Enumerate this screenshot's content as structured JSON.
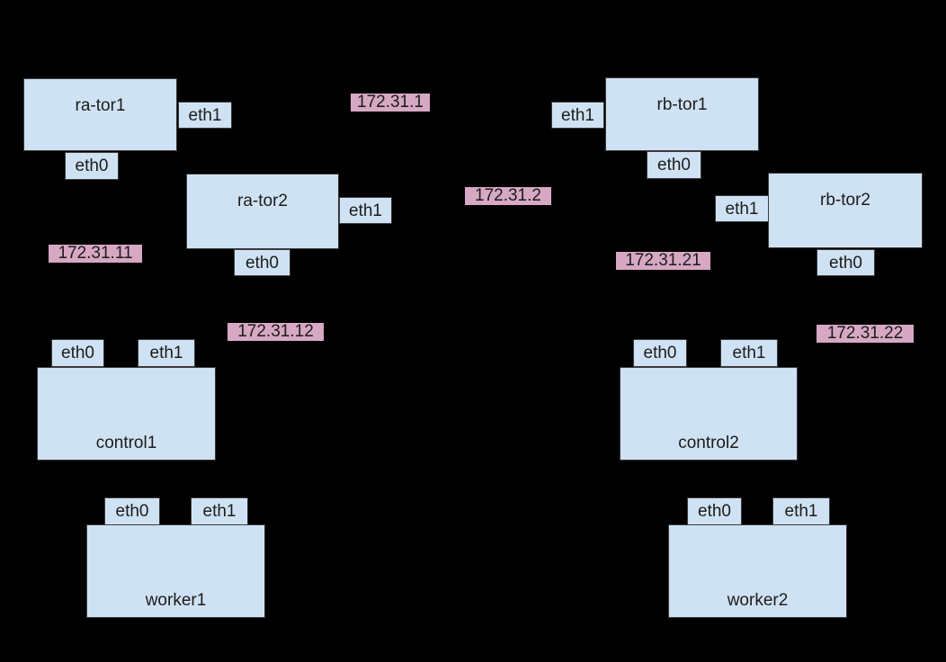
{
  "diagram": {
    "type": "network-topology",
    "colors": {
      "background": "#000000",
      "node_fill": "#cfe2f3",
      "node_border": "#3a3a3a",
      "ip_fill": "#d7a8c3",
      "text": "#1c1c1c"
    },
    "nodes": {
      "ra_tor1": {
        "label": "ra-tor1",
        "eth0": "eth0",
        "eth1": "eth1"
      },
      "ra_tor2": {
        "label": "ra-tor2",
        "eth0": "eth0",
        "eth1": "eth1"
      },
      "rb_tor1": {
        "label": "rb-tor1",
        "eth0": "eth0",
        "eth1": "eth1"
      },
      "rb_tor2": {
        "label": "rb-tor2",
        "eth0": "eth0",
        "eth1": "eth1"
      },
      "control1": {
        "label": "control1",
        "eth0": "eth0",
        "eth1": "eth1"
      },
      "control2": {
        "label": "control2",
        "eth0": "eth0",
        "eth1": "eth1"
      },
      "worker1": {
        "label": "worker1",
        "eth0": "eth0",
        "eth1": "eth1"
      },
      "worker2": {
        "label": "worker2",
        "eth0": "eth0",
        "eth1": "eth1"
      }
    },
    "ip_labels": {
      "ip_1": "172.31.1",
      "ip_2": "172.31.2",
      "ip_11": "172.31.11",
      "ip_12": "172.31.12",
      "ip_21": "172.31.21",
      "ip_22": "172.31.22"
    }
  }
}
